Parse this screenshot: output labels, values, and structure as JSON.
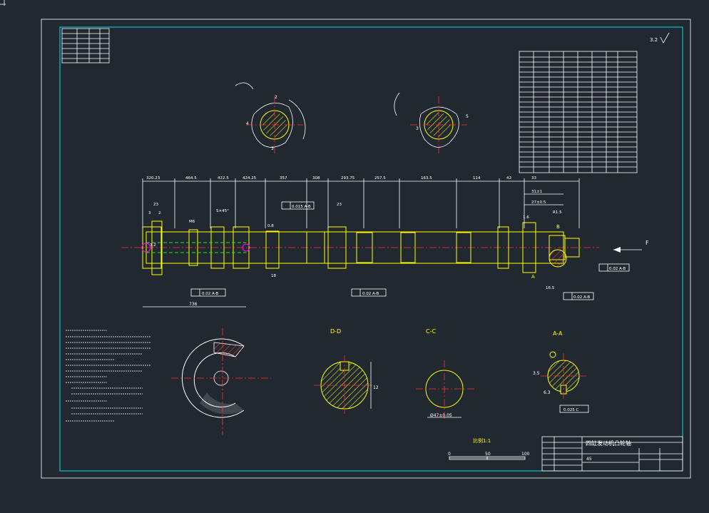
{
  "title_block": {
    "drawing_title": "四缸发动机凸轮轴",
    "material_code": "45",
    "scale_label": "比例1:1"
  },
  "scale_bar": {
    "ticks": [
      "0",
      "50",
      "100"
    ]
  },
  "main_view": {
    "overall_length": "736",
    "top_dimensions": [
      "320.23",
      "464.5",
      "422.5",
      "424.25",
      "357",
      "308",
      "293.75",
      "257.5",
      "163.5",
      "114",
      "42",
      "33"
    ],
    "right_dimensions": [
      "31±1",
      "27±0.5",
      "R1.5"
    ],
    "flange_label": "F",
    "tolerances": {
      "runout_left": "0.02 A-B",
      "runout_middle": "0.02 A-B",
      "runout_top": "0.015 A-B",
      "runout_right": "0.02 A-B",
      "runout_right2": "0.02 A-B"
    },
    "left_notes": [
      "M6",
      "S×45°"
    ],
    "roughness": [
      "0.8",
      "1.6",
      "3.2"
    ],
    "journal_labels": [
      "A",
      "B"
    ],
    "small_dims": [
      "18",
      "23",
      "3",
      "2",
      "16.5",
      "23"
    ]
  },
  "detail_views": {
    "view_dd_title": "D-D",
    "view_cc_title": "C-C",
    "view_aa_title": "A-A",
    "view_ii_title": "II-II",
    "view_dd_dim": "12",
    "view_cc_dim": "Ø47±0.05",
    "view_aa_dims": [
      "3.5",
      "6.3"
    ],
    "view_aa_tol": "0.025 C"
  },
  "roughness_symbol": "3.2"
}
